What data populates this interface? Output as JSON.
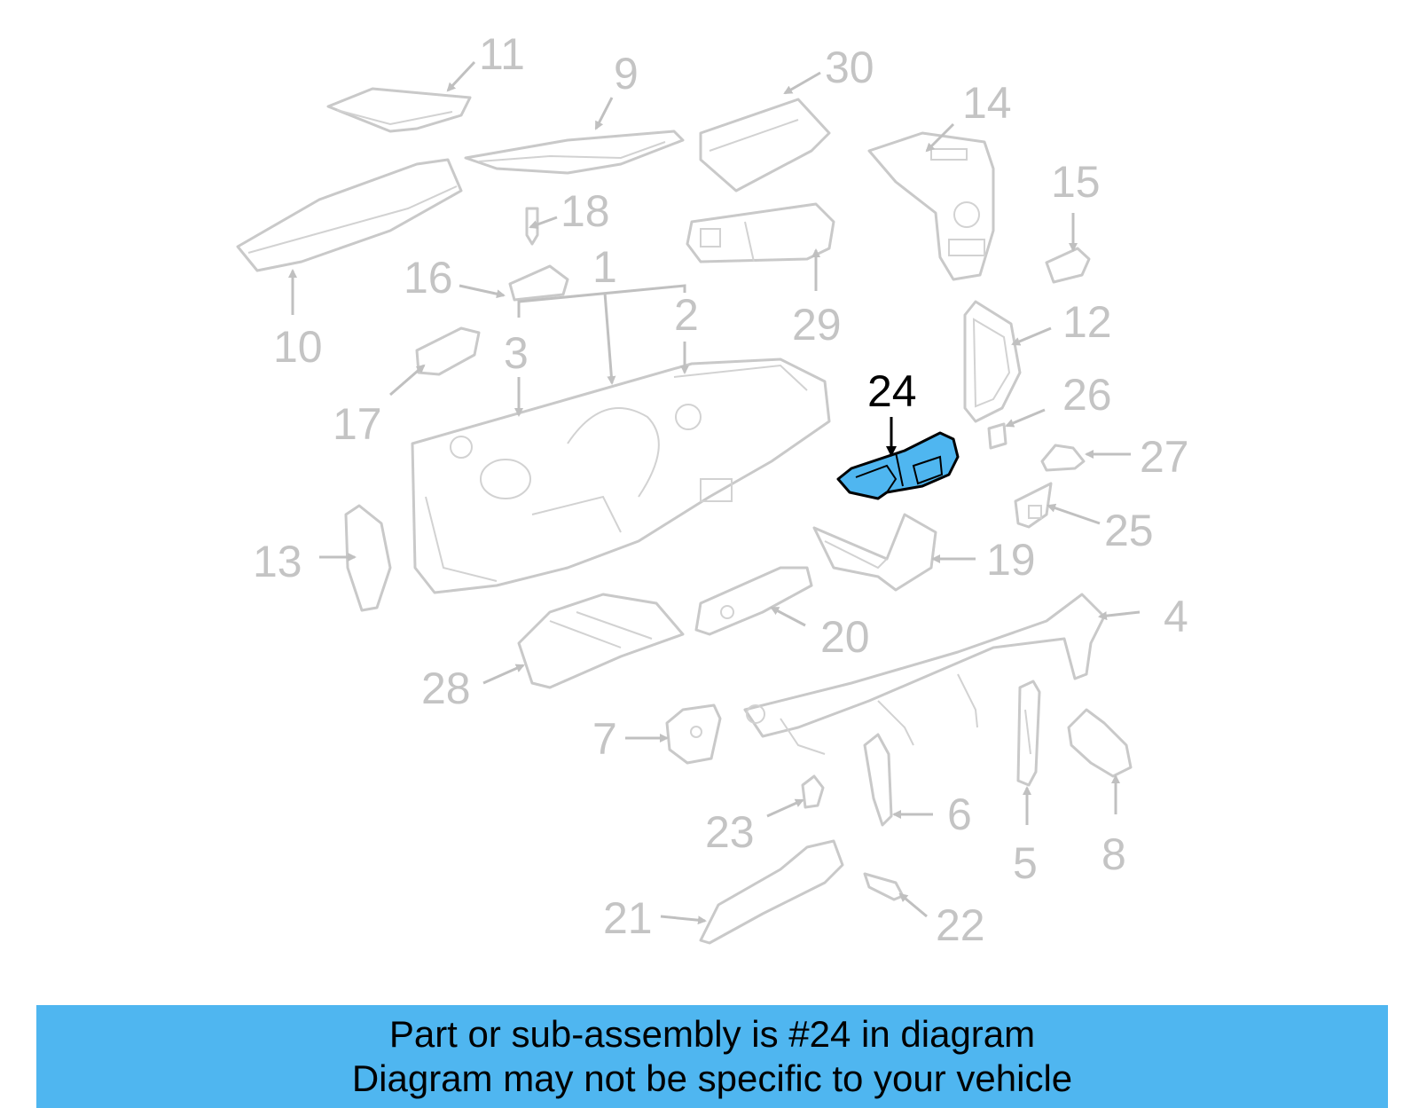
{
  "diagram": {
    "highlighted_part": "24",
    "highlight_color": "#4fb6f0",
    "callouts": [
      "1",
      "2",
      "3",
      "4",
      "5",
      "6",
      "7",
      "8",
      "9",
      "10",
      "11",
      "12",
      "13",
      "14",
      "15",
      "16",
      "17",
      "18",
      "19",
      "20",
      "21",
      "22",
      "23",
      "24",
      "25",
      "26",
      "27",
      "28",
      "29",
      "30"
    ]
  },
  "banner": {
    "line1": "Part or sub-assembly is #24 in diagram",
    "line2": "Diagram may not be specific to your vehicle",
    "background": "#4fb6f0"
  }
}
